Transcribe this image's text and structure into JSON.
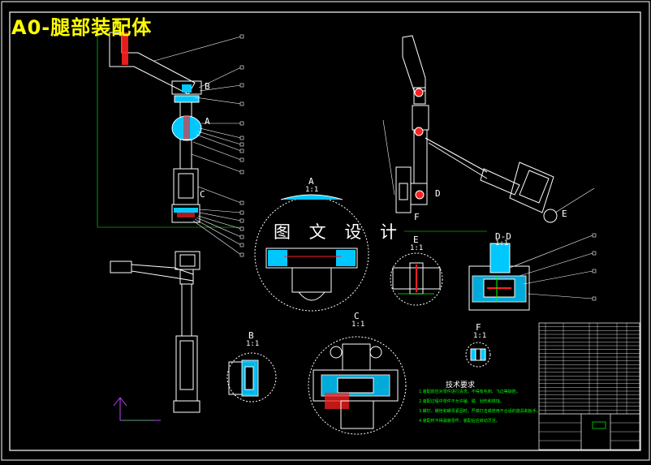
{
  "drawing": {
    "title": "A0-腿部装配体",
    "watermark": "图 文 设 计"
  },
  "views": {
    "a_label": "A",
    "a_scale": "1:1",
    "b_label": "B",
    "b_scale": "1:1",
    "c_label": "C",
    "c_scale": "1:1",
    "d_label": "D",
    "e_label": "E",
    "e_scale": "1:1",
    "f_label": "F",
    "f_scale": "1:1",
    "section_label": "D-D",
    "section_scale": "1:1"
  },
  "colors": {
    "frame": "#ffffff",
    "part": "#ffffff",
    "fill_cyan": "#00c8ff",
    "hatch_red": "#ff2020",
    "leader_green": "#00ff00",
    "axis_magenta": "#c040ff"
  },
  "notes": {
    "title": "技术要求",
    "lines": [
      "1.装配前应对零件进行清洗，不得有毛刺、飞边等缺陷。",
      "2.装配过程中零件不允许磕、碰、划伤和锈蚀。",
      "3.螺钉、螺栓和螺母紧固时，严禁打击或使用不合适的旋具和扳手。",
      "4.装配时不得漏装零件，装配后应转动灵活。"
    ]
  },
  "title_block": {
    "rows": 24
  }
}
